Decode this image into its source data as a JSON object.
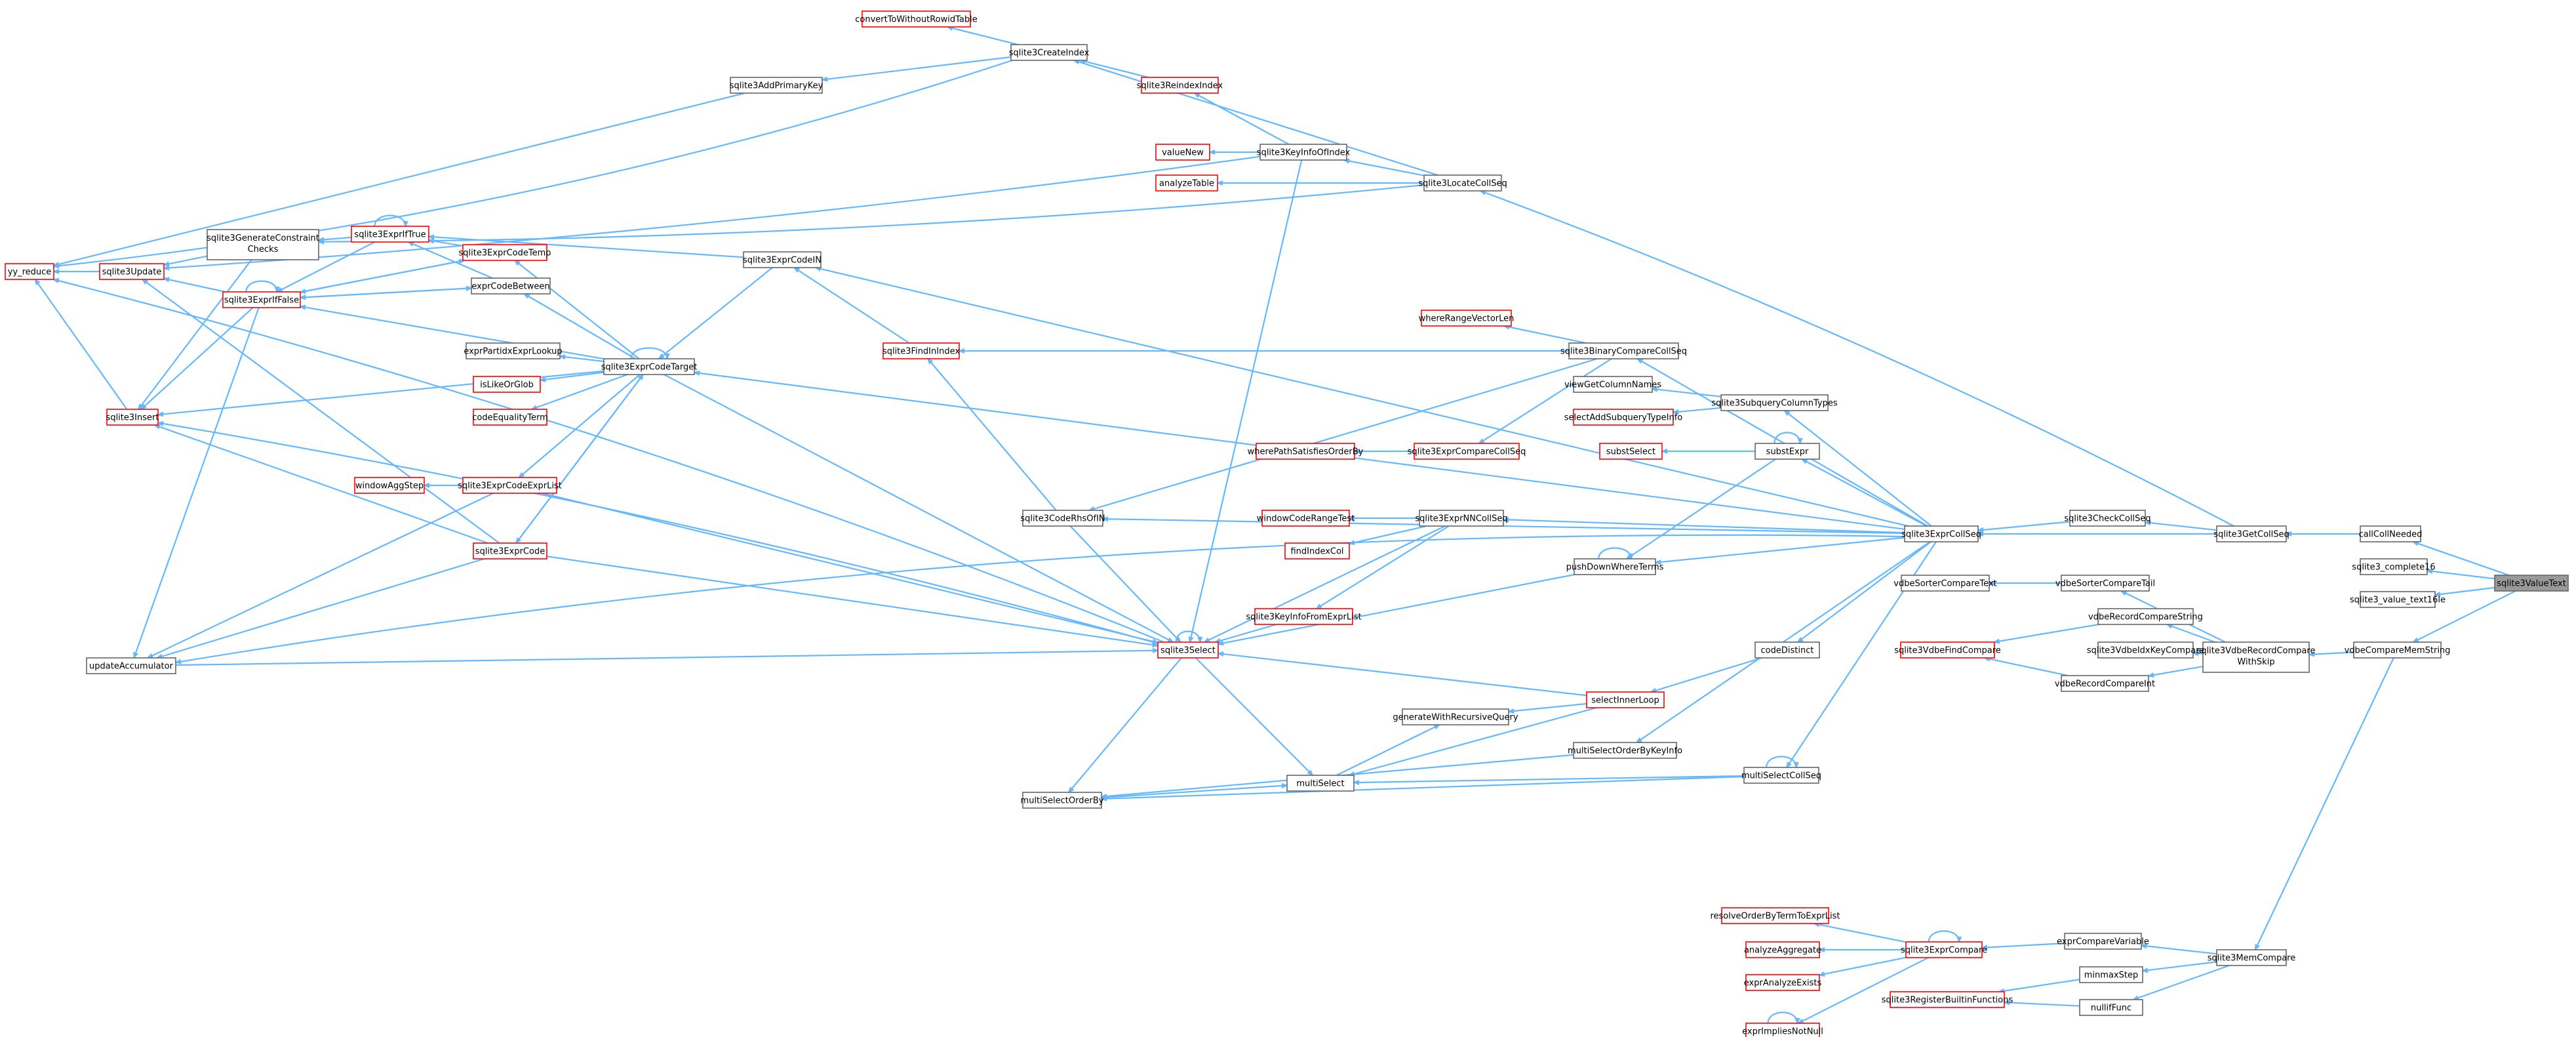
{
  "graph": {
    "nodes": [
      {
        "id": "sqlite3ValueText",
        "label": "sqlite3ValueText",
        "style": "selected"
      },
      {
        "id": "callCollNeeded",
        "label": "callCollNeeded",
        "style": "black"
      },
      {
        "id": "sqlite3_complete16",
        "label": "sqlite3_complete16",
        "style": "black"
      },
      {
        "id": "sqlite3_value_text16le",
        "label": "sqlite3_value_text16le",
        "style": "black"
      },
      {
        "id": "vdbeCompareMemString",
        "label": "vdbeCompareMemString",
        "style": "black"
      },
      {
        "id": "sqlite3GetCollSeq",
        "label": "sqlite3GetCollSeq",
        "style": "black"
      },
      {
        "id": "sqlite3CheckCollSeq",
        "label": "sqlite3CheckCollSeq",
        "style": "black"
      },
      {
        "id": "sqlite3LocateCollSeq",
        "label": "sqlite3LocateCollSeq",
        "style": "black"
      },
      {
        "id": "sqlite3ExprCollSeq",
        "label": "sqlite3ExprCollSeq",
        "style": "black"
      },
      {
        "id": "sqlite3VdbeRecordCompareWithSkip",
        "label": [
          "sqlite3VdbeRecordCompare",
          "WithSkip"
        ],
        "style": "black"
      },
      {
        "id": "sqlite3MemCompare",
        "label": "sqlite3MemCompare",
        "style": "black"
      },
      {
        "id": "vdbeSorterCompareTail",
        "label": "vdbeSorterCompareTail",
        "style": "black"
      },
      {
        "id": "vdbeSorterCompareText",
        "label": "vdbeSorterCompareText",
        "style": "black"
      },
      {
        "id": "vdbeRecordCompareString",
        "label": "vdbeRecordCompareString",
        "style": "black"
      },
      {
        "id": "sqlite3VdbeIdxKeyCompare",
        "label": "sqlite3VdbeIdxKeyCompare",
        "style": "black"
      },
      {
        "id": "vdbeRecordCompareInt",
        "label": "vdbeRecordCompareInt",
        "style": "black"
      },
      {
        "id": "sqlite3VdbeFindCompare",
        "label": "sqlite3VdbeFindCompare",
        "style": "red"
      },
      {
        "id": "exprCompareVariable",
        "label": "exprCompareVariable",
        "style": "black"
      },
      {
        "id": "minmaxStep",
        "label": "minmaxStep",
        "style": "black"
      },
      {
        "id": "nullifFunc",
        "label": "nullifFunc",
        "style": "black"
      },
      {
        "id": "sqlite3RegisterBuiltinFunctions",
        "label": "sqlite3RegisterBuiltinFunctions",
        "style": "red"
      },
      {
        "id": "sqlite3ExprCompare",
        "label": "sqlite3ExprCompare",
        "style": "red"
      },
      {
        "id": "resolveOrderByTermToExprList",
        "label": "resolveOrderByTermToExprList",
        "style": "red"
      },
      {
        "id": "analyzeAggregate",
        "label": "analyzeAggregate",
        "style": "red"
      },
      {
        "id": "exprAnalyzeExists",
        "label": "exprAnalyzeExists",
        "style": "red"
      },
      {
        "id": "exprImpliesNotNull",
        "label": "exprImpliesNotNull",
        "style": "red"
      },
      {
        "id": "sqlite3SubqueryColumnTypes",
        "label": "sqlite3SubqueryColumnTypes",
        "style": "black"
      },
      {
        "id": "viewGetColumnNames",
        "label": "viewGetColumnNames",
        "style": "black"
      },
      {
        "id": "selectAddSubqueryTypeInfo",
        "label": "selectAddSubqueryTypeInfo",
        "style": "red"
      },
      {
        "id": "substExpr",
        "label": "substExpr",
        "style": "black"
      },
      {
        "id": "substSelect",
        "label": "substSelect",
        "style": "red"
      },
      {
        "id": "pushDownWhereTerms",
        "label": "pushDownWhereTerms",
        "style": "black"
      },
      {
        "id": "codeDistinct",
        "label": "codeDistinct",
        "style": "black"
      },
      {
        "id": "selectInnerLoop",
        "label": "selectInnerLoop",
        "style": "red"
      },
      {
        "id": "generateWithRecursiveQuery",
        "label": "generateWithRecursiveQuery",
        "style": "black"
      },
      {
        "id": "multiSelectOrderByKeyInfo",
        "label": "multiSelectOrderByKeyInfo",
        "style": "black"
      },
      {
        "id": "multiSelectCollSeq",
        "label": "multiSelectCollSeq",
        "style": "black"
      },
      {
        "id": "multiSelect",
        "label": "multiSelect",
        "style": "black"
      },
      {
        "id": "multiSelectOrderBy",
        "label": "multiSelectOrderBy",
        "style": "black"
      },
      {
        "id": "sqlite3BinaryCompareCollSeq",
        "label": "sqlite3BinaryCompareCollSeq",
        "style": "black"
      },
      {
        "id": "whereRangeVectorLen",
        "label": "whereRangeVectorLen",
        "style": "red"
      },
      {
        "id": "sqlite3ExprCompareCollSeq",
        "label": "sqlite3ExprCompareCollSeq",
        "style": "red"
      },
      {
        "id": "wherePathSatisfiesOrderBy",
        "label": "wherePathSatisfiesOrderBy",
        "style": "red"
      },
      {
        "id": "sqlite3ExprNNCollSeq",
        "label": "sqlite3ExprNNCollSeq",
        "style": "black"
      },
      {
        "id": "windowCodeRangeTest",
        "label": "windowCodeRangeTest",
        "style": "red"
      },
      {
        "id": "findIndexCol",
        "label": "findIndexCol",
        "style": "red"
      },
      {
        "id": "sqlite3KeyInfoFromExprList",
        "label": "sqlite3KeyInfoFromExprList",
        "style": "red"
      },
      {
        "id": "sqlite3Select",
        "label": "sqlite3Select",
        "style": "red"
      },
      {
        "id": "sqlite3CodeRhsOfIN",
        "label": "sqlite3CodeRhsOfIN",
        "style": "black"
      },
      {
        "id": "sqlite3FindInIndex",
        "label": "sqlite3FindInIndex",
        "style": "red"
      },
      {
        "id": "sqlite3ExprCodeIN",
        "label": "sqlite3ExprCodeIN",
        "style": "black"
      },
      {
        "id": "sqlite3ExprCodeTarget",
        "label": "sqlite3ExprCodeTarget",
        "style": "black"
      },
      {
        "id": "exprPartidxExprLookup",
        "label": "exprPartidxExprLookup",
        "style": "black"
      },
      {
        "id": "isLikeOrGlob",
        "label": "isLikeOrGlob",
        "style": "red"
      },
      {
        "id": "codeEqualityTerm",
        "label": "codeEqualityTerm",
        "style": "red"
      },
      {
        "id": "sqlite3ExprCodeExprList",
        "label": "sqlite3ExprCodeExprList",
        "style": "red"
      },
      {
        "id": "windowAggStep",
        "label": "windowAggStep",
        "style": "red"
      },
      {
        "id": "sqlite3ExprCode",
        "label": "sqlite3ExprCode",
        "style": "red"
      },
      {
        "id": "sqlite3ExprCodeTemp",
        "label": "sqlite3ExprCodeTemp",
        "style": "red"
      },
      {
        "id": "exprCodeBetween",
        "label": "exprCodeBetween",
        "style": "black"
      },
      {
        "id": "sqlite3ExprIfTrue",
        "label": "sqlite3ExprIfTrue",
        "style": "red"
      },
      {
        "id": "sqlite3ExprIfFalse",
        "label": "sqlite3ExprIfFalse",
        "style": "red"
      },
      {
        "id": "sqlite3GenerateConstraintChecks",
        "label": [
          "sqlite3GenerateConstraint",
          "Checks"
        ],
        "style": "black"
      },
      {
        "id": "sqlite3Update",
        "label": "sqlite3Update",
        "style": "red"
      },
      {
        "id": "sqlite3Insert",
        "label": "sqlite3Insert",
        "style": "red"
      },
      {
        "id": "yy_reduce",
        "label": "yy_reduce",
        "style": "red"
      },
      {
        "id": "updateAccumulator",
        "label": "updateAccumulator",
        "style": "black"
      },
      {
        "id": "sqlite3KeyInfoOfIndex",
        "label": "sqlite3KeyInfoOfIndex",
        "style": "black"
      },
      {
        "id": "valueNew",
        "label": "valueNew",
        "style": "red"
      },
      {
        "id": "analyzeTable",
        "label": "analyzeTable",
        "style": "red"
      },
      {
        "id": "sqlite3CreateIndex",
        "label": "sqlite3CreateIndex",
        "style": "black"
      },
      {
        "id": "convertToWithoutRowidTable",
        "label": "convertToWithoutRowidTable",
        "style": "red"
      },
      {
        "id": "sqlite3AddPrimaryKey",
        "label": "sqlite3AddPrimaryKey",
        "style": "black"
      },
      {
        "id": "sqlite3ReindexIndex",
        "label": "sqlite3ReindexIndex",
        "style": "red"
      }
    ]
  }
}
